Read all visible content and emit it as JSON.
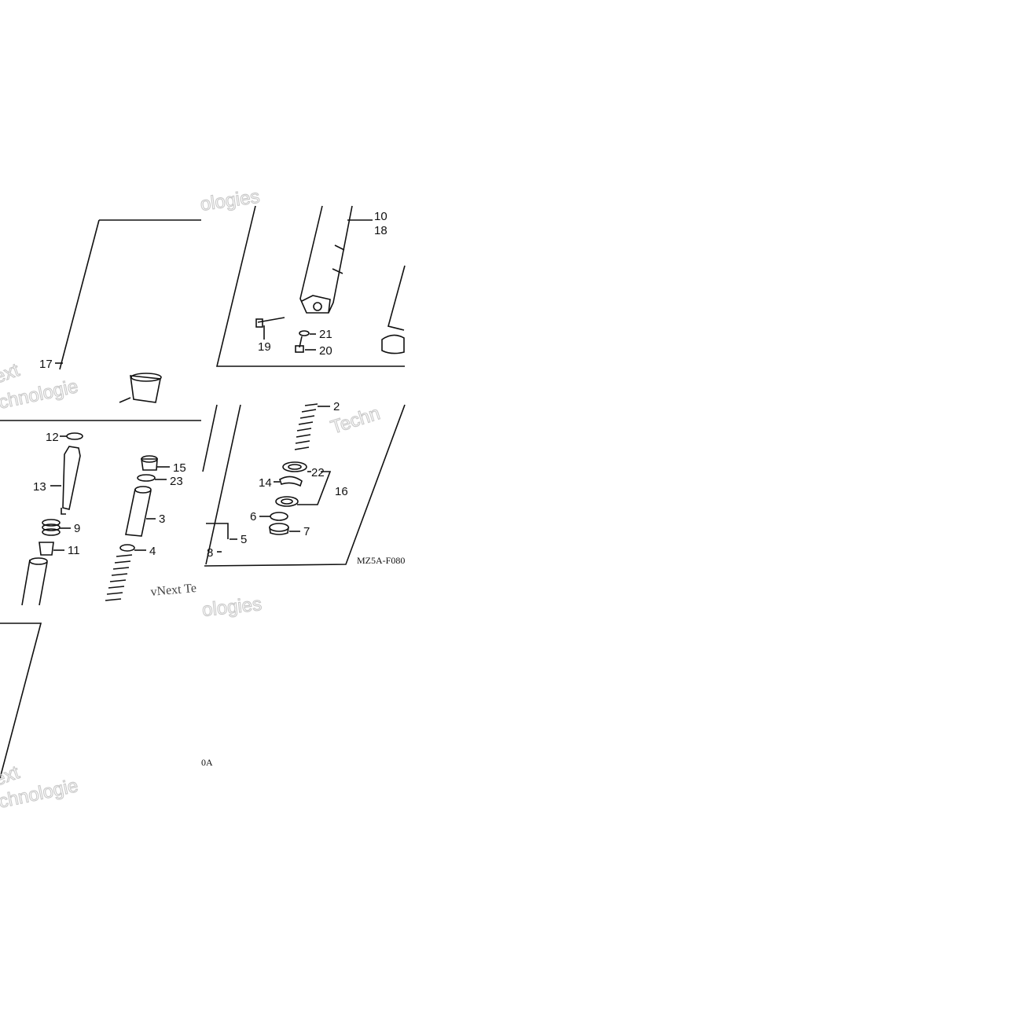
{
  "diagram": {
    "callouts": [
      "10",
      "18",
      "21",
      "19",
      "20",
      "17",
      "2",
      "22",
      "14",
      "16",
      "6",
      "7",
      "5",
      "8",
      "12",
      "15",
      "23",
      "13",
      "3",
      "9",
      "4",
      "11"
    ],
    "diagram_code": "MZ5A-F080",
    "diagram_code_fragment": "0A"
  },
  "watermark": {
    "text_1": "vNext",
    "text_2": "Technologies",
    "text_3": "Techn",
    "text_4": "vNext Te",
    "text_5": "ologies",
    "text_6": "ext",
    "text_7": "chnologie",
    "text_8": "ologies"
  },
  "colors": {
    "line": "#111111",
    "watermark": "#c9c9c9",
    "background": "#ffffff"
  }
}
